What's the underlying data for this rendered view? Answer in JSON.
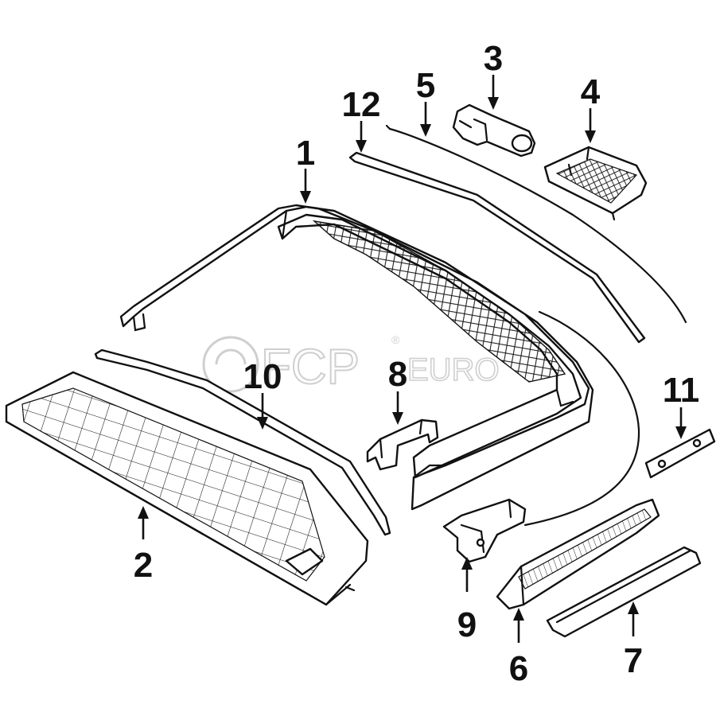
{
  "diagram": {
    "callouts": [
      {
        "id": "1",
        "label": "1"
      },
      {
        "id": "2",
        "label": "2"
      },
      {
        "id": "3",
        "label": "3"
      },
      {
        "id": "4",
        "label": "4"
      },
      {
        "id": "5",
        "label": "5"
      },
      {
        "id": "6",
        "label": "6"
      },
      {
        "id": "7",
        "label": "7"
      },
      {
        "id": "8",
        "label": "8"
      },
      {
        "id": "9",
        "label": "9"
      },
      {
        "id": "10",
        "label": "10"
      },
      {
        "id": "11",
        "label": "11"
      },
      {
        "id": "12",
        "label": "12"
      }
    ]
  },
  "watermark": {
    "brand": "FCP",
    "suffix": "EURO",
    "registered": "®"
  }
}
